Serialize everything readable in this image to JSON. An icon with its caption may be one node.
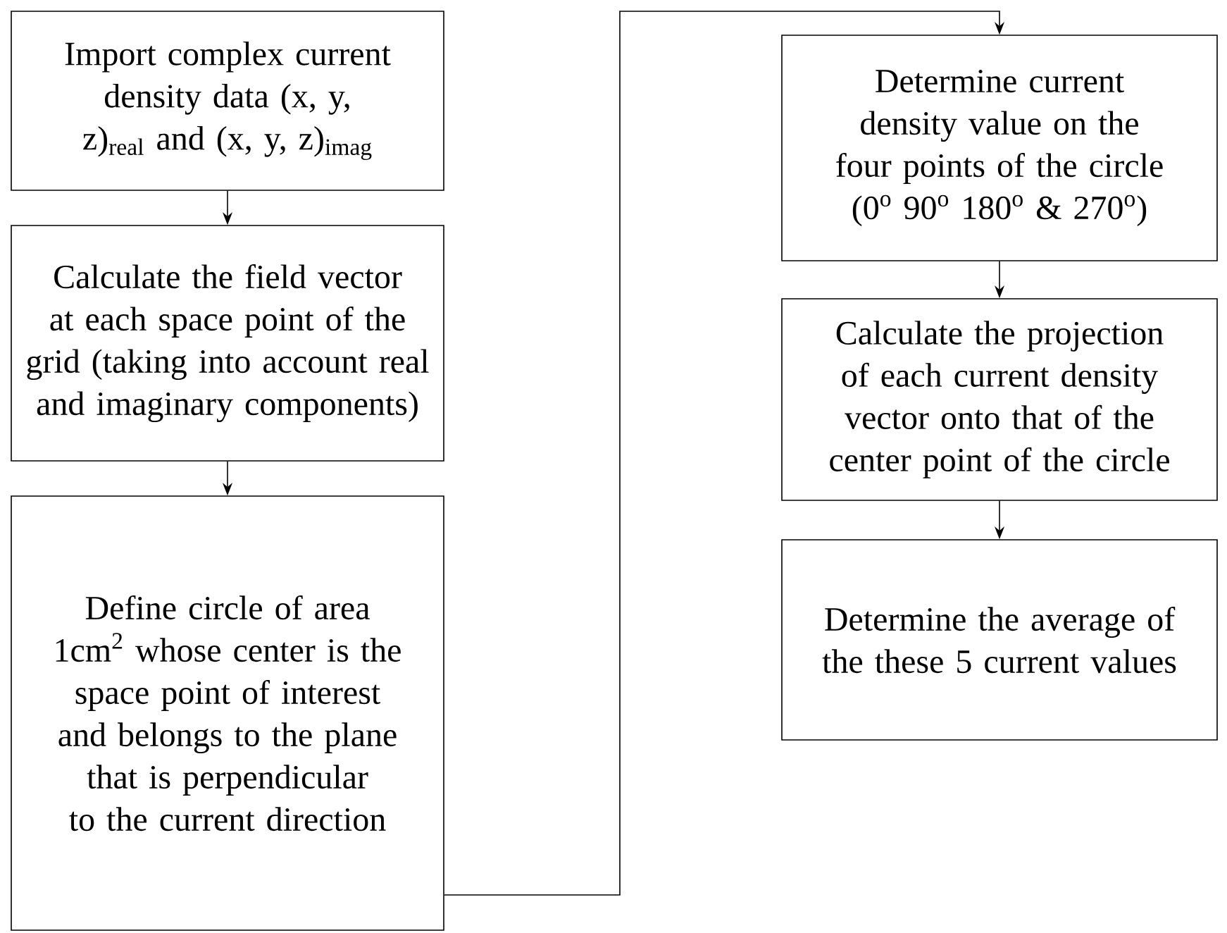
{
  "diagram": {
    "nodes": [
      {
        "text": [
          "Import complex current density data (x, y, z)$_{real}$ and (x, y, z)$_{imag}$"
        ]
      },
      {
        "text": [
          "Calculate the field vector at each space point of the grid (taking into account real and imaginary components)"
        ]
      },
      {
        "text": [
          "Define circle of area 1cm$^{2}$ whose center is the space point of interest and belongs to the plane that is perpendicular to the current direction"
        ]
      },
      {
        "text": [
          "Determine current density value on the four points of the circle (0$^{o}$ 90$^{o}$ 180$^{o}$ & 270$^{o}$)"
        ]
      },
      {
        "text": [
          "Calculate the projection of each current density vector onto that of the center point of the circle"
        ]
      },
      {
        "text": [
          "Determine the average of the these 5 current values"
        ]
      }
    ],
    "edges": [
      {
        "from": 0,
        "to": 1,
        "arrow": "to"
      },
      {
        "from": 1,
        "to": 2,
        "arrow": "to"
      },
      {
        "from": 2,
        "to": 3,
        "arrow": "to"
      },
      {
        "from": 3,
        "to": 4,
        "arrow": "to"
      },
      {
        "from": 4,
        "to": 5,
        "arrow": "to"
      }
    ]
  }
}
